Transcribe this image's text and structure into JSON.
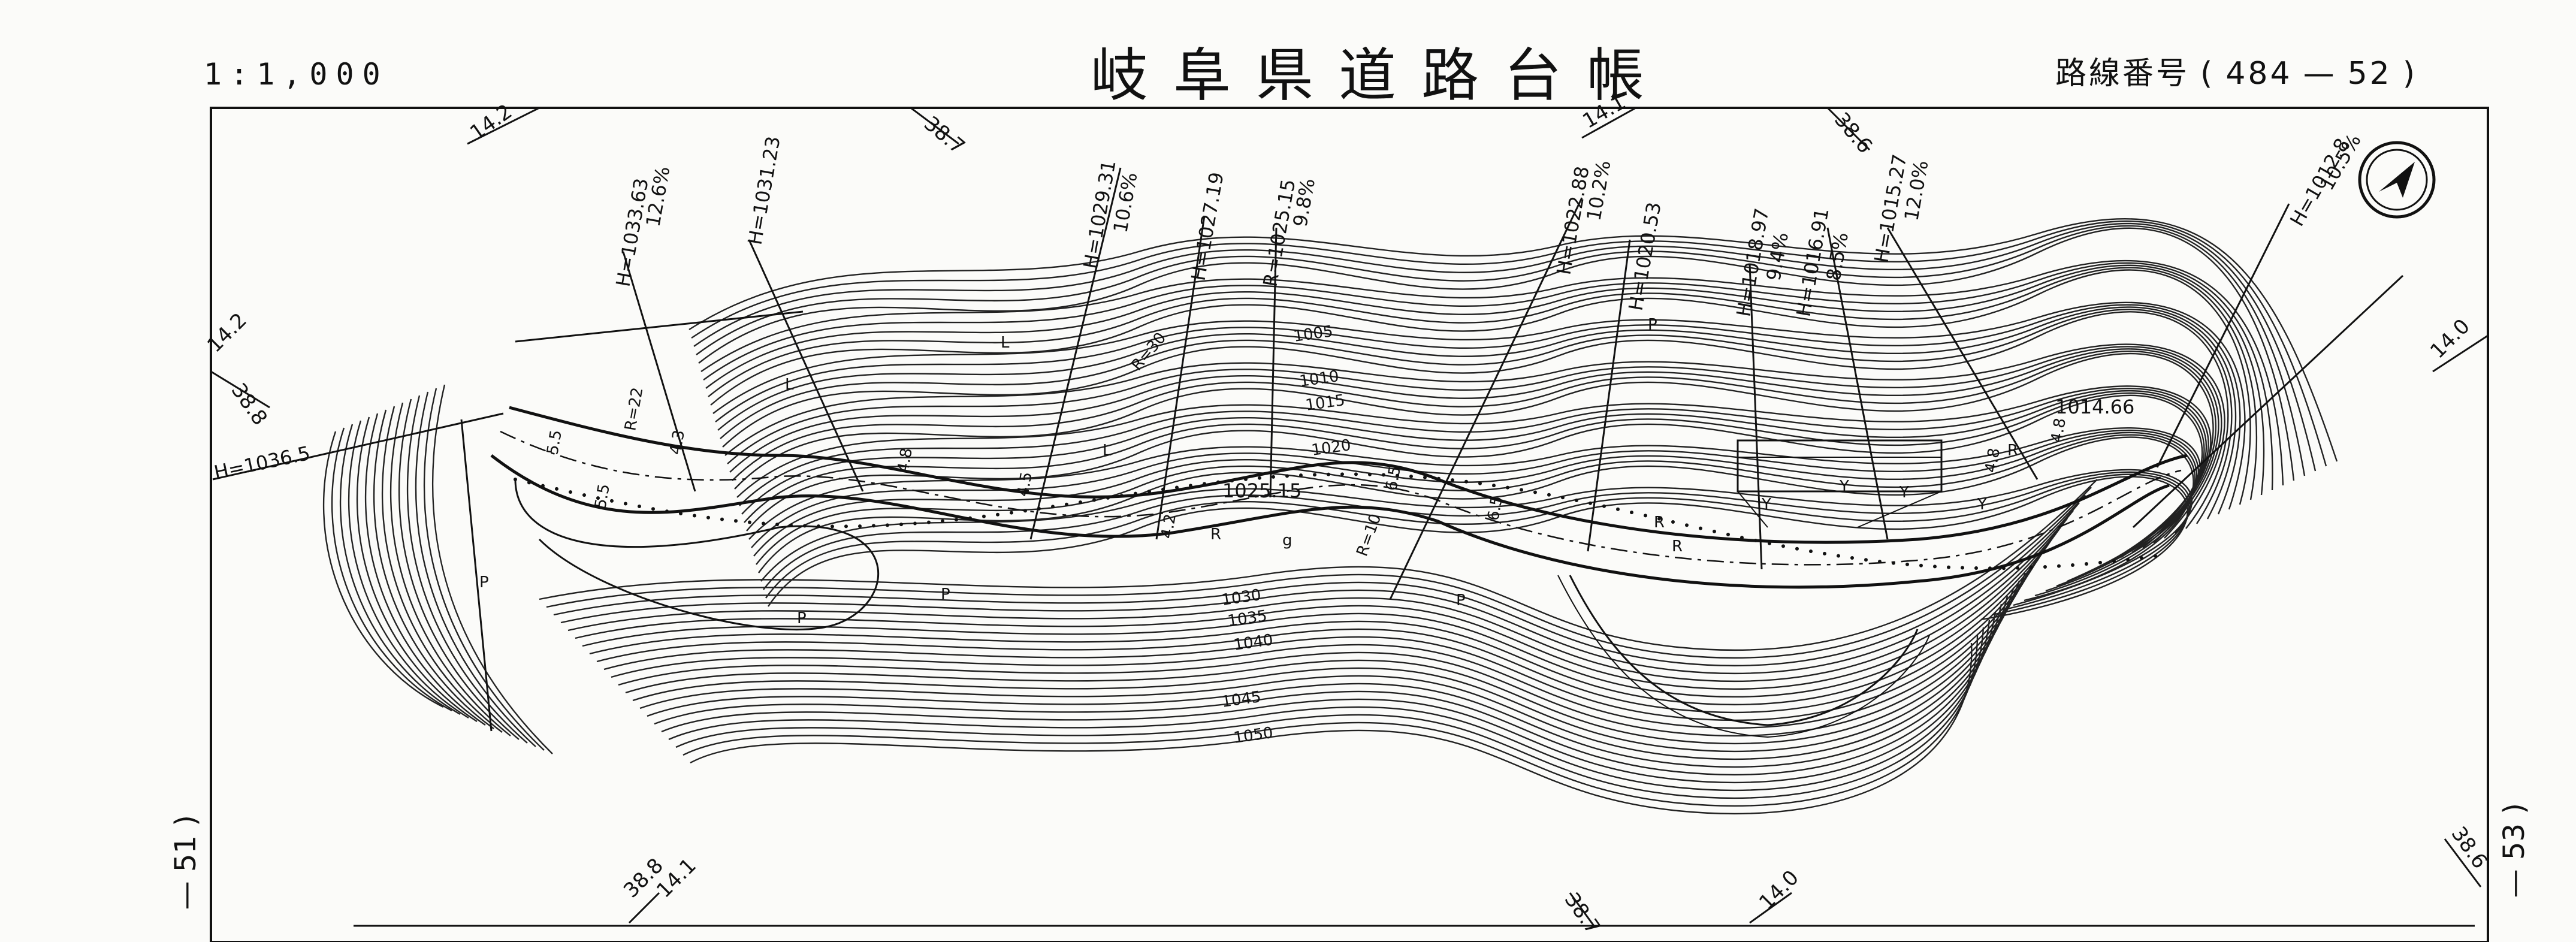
{
  "header": {
    "scale": "1:1,000",
    "title": "岐阜県道路台帳",
    "route_label": "路線番号",
    "route_paren_open": "(",
    "route_from": "484",
    "route_dash": "—",
    "route_to": "52",
    "route_paren_close": ")"
  },
  "margins": {
    "left_sheet": "— 51 )",
    "right_sheet": "— 53 )"
  },
  "grid_labels": [
    "14.2",
    "38.7",
    "14.1",
    "38.6",
    "14.2",
    "38.8",
    "14.0",
    "38.8",
    "14.1",
    "38.7",
    "14.0",
    "38.6"
  ],
  "elevations": [
    "H=1036.5",
    "H=1033.63",
    "12.6%",
    "H=1031.23",
    "H=1029.31",
    "10.6%",
    "H=1027.19",
    "R=1025.15",
    "9.8%",
    "H=1022.88",
    "10.2%",
    "H=1020.53",
    "H=1018.97",
    "9.4%",
    "H=1016.91",
    "8.5%",
    "H=1015.27",
    "12.0%",
    "H=1012.8",
    "10.5%",
    "1014.66",
    "1025.15"
  ],
  "contours": [
    "1005",
    "1010",
    "1015",
    "1020",
    "1030",
    "1035",
    "1040",
    "1045",
    "1050"
  ],
  "road_marks": [
    "R=22",
    "R=30",
    "R=10",
    "5.5",
    "5.5",
    "6.5",
    "4.3",
    "4.8",
    "4.5",
    "4.2",
    "6.5",
    "4.8",
    "4.8",
    "R",
    "R",
    "R",
    "R",
    "g",
    "Y",
    "Y",
    "Y",
    "Y",
    "L",
    "L",
    "L",
    "P",
    "P",
    "P",
    "P",
    "P"
  ],
  "icons": {
    "north": "north-arrow-icon"
  }
}
